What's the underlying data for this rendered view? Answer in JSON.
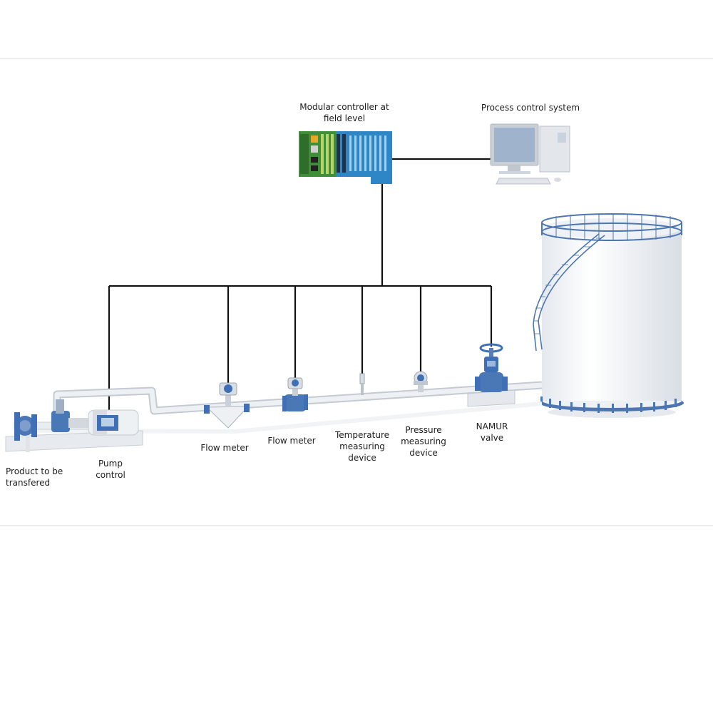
{
  "labels": {
    "controller": [
      "Modular controller at",
      "field level"
    ],
    "pcs": [
      "Process control system"
    ],
    "product": [
      "Product to be",
      "transfered"
    ],
    "pump": [
      "Pump",
      "control"
    ],
    "flow1": [
      "Flow meter"
    ],
    "flow2": [
      "Flow meter"
    ],
    "temperature": [
      "Temperature",
      "measuring",
      "device"
    ],
    "pressure": [
      "Pressure",
      "measuring",
      "device"
    ],
    "valve": [
      "NAMUR",
      "valve"
    ]
  },
  "colors": {
    "wire": "#111111",
    "pipe": "#e9edf1",
    "pipe_edge": "#c3cad2",
    "device_blue": "#3f6fb5",
    "controller_green": "#3f8f3a",
    "controller_blue": "#2f86c6",
    "tank_body": "#f4f6f8",
    "tank_ring": "#4d76b0",
    "divider": "#d9d9d9"
  }
}
